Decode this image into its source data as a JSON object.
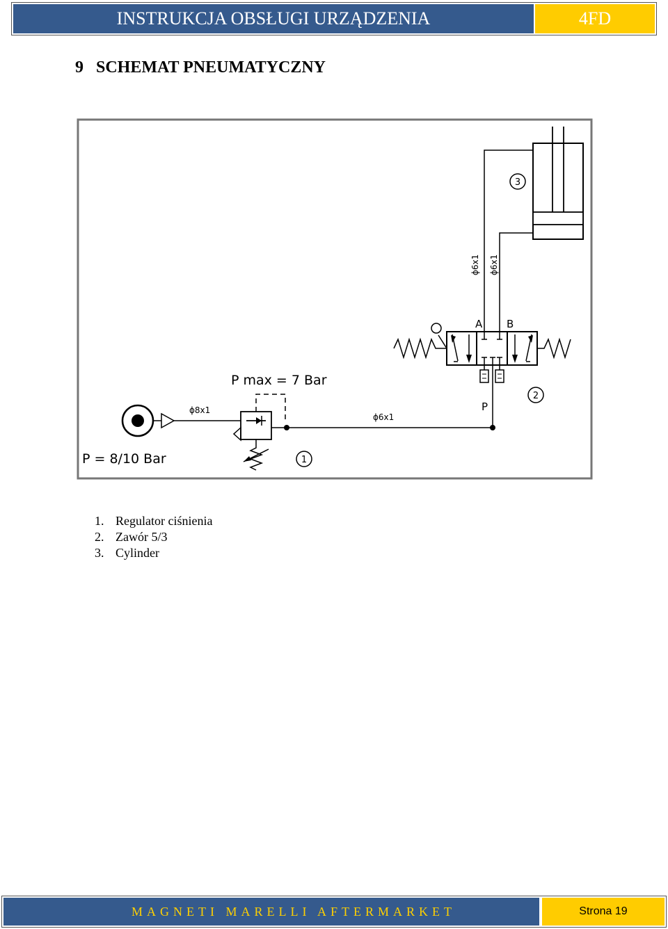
{
  "header": {
    "title": "INSTRUKCJA OBSŁUGI URZĄDZENIA",
    "code": "4FD",
    "colors": {
      "bar": "#355a8d",
      "accent": "#ffcc00"
    }
  },
  "section": {
    "number": "9",
    "title": "SCHEMAT PNEUMATYCZNY"
  },
  "diagram": {
    "labels": {
      "supply_pressure": "P = 8/10 Bar",
      "max_pressure": "P max = 7 Bar",
      "tube_8x1": "ϕ8x1",
      "tube_6x1_main": "ϕ6x1",
      "tube_6x1_a": "ϕ6x1",
      "tube_6x1_b": "ϕ6x1",
      "port_a": "A",
      "port_b": "B",
      "port_p": "P",
      "marker_1": "1",
      "marker_2": "2",
      "marker_3": "3"
    }
  },
  "legend": [
    {
      "num": "1.",
      "text": "Regulator ciśnienia"
    },
    {
      "num": "2.",
      "text": "Zawór 5/3"
    },
    {
      "num": "3.",
      "text": "Cylinder"
    }
  ],
  "footer": {
    "brand": "MAGNETI MARELLI AFTERMARKET",
    "page": "Strona 19"
  }
}
